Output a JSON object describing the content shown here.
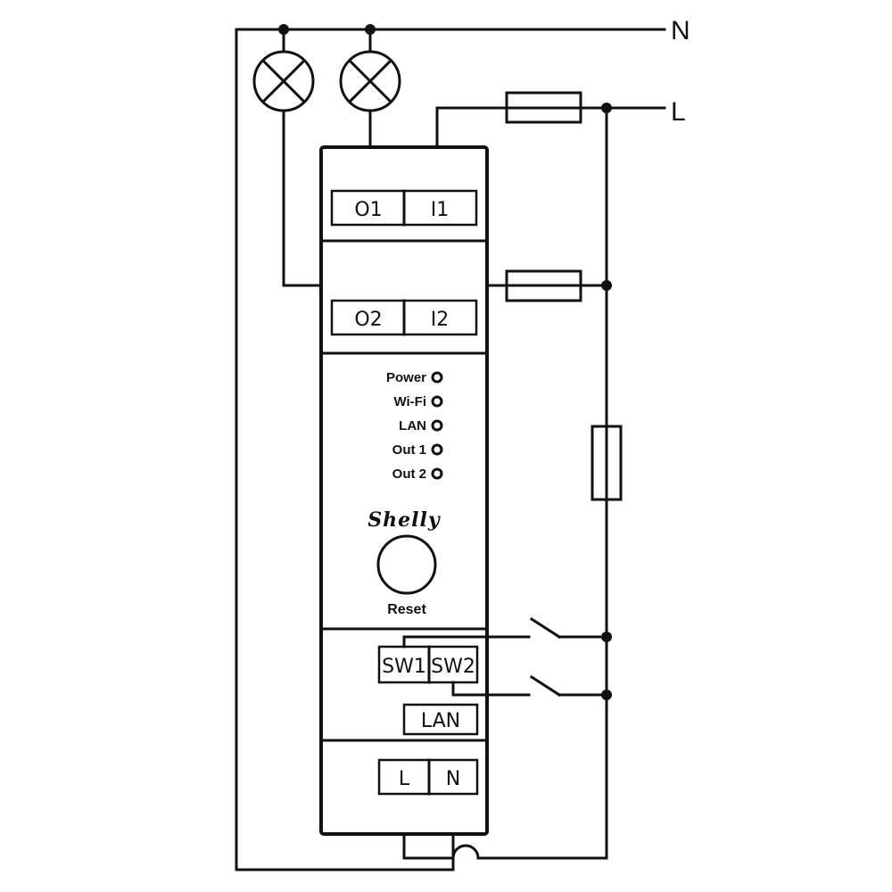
{
  "diagram": {
    "title": "Shelly Pro 2 wiring diagram",
    "supply": {
      "neutral_label": "N",
      "line_label": "L"
    },
    "device": {
      "brand": "Shelly",
      "terminals_top": {
        "o1": "O1",
        "i1": "I1"
      },
      "terminals_mid": {
        "o2": "O2",
        "i2": "I2"
      },
      "leds": [
        {
          "label": "Power"
        },
        {
          "label": "Wi-Fi"
        },
        {
          "label": "LAN"
        },
        {
          "label": "Out 1"
        },
        {
          "label": "Out 2"
        }
      ],
      "reset_label": "Reset",
      "terminals_switch": {
        "sw1": "SW1",
        "sw2": "SW2"
      },
      "lan_port": "LAN",
      "terminals_power": {
        "l": "L",
        "n": "N"
      }
    },
    "components": {
      "lamps": [
        "lamp-1",
        "lamp-2"
      ],
      "fuses": [
        "fuse-output-1",
        "fuse-output-2",
        "fuse-device"
      ],
      "switches": [
        "switch-1",
        "switch-2"
      ]
    },
    "colors": {
      "line": "#111111",
      "background": "#ffffff"
    }
  }
}
